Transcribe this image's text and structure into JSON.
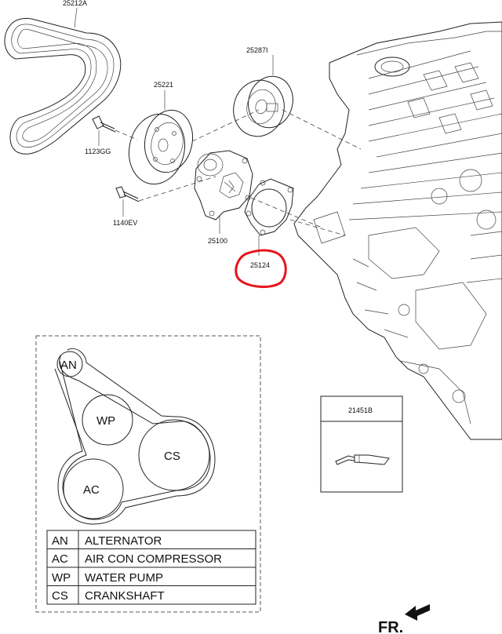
{
  "parts": {
    "belt": "25212A",
    "idler": "25287I",
    "pulley": "25221",
    "bolt_a": "1123GG",
    "bolt_b": "1140EV",
    "pump": "25100",
    "gasket": "25124",
    "sealant": "21451B"
  },
  "belt_layout": {
    "pulleys": [
      {
        "code": "AN"
      },
      {
        "code": "WP"
      },
      {
        "code": "CS"
      },
      {
        "code": "AC"
      }
    ],
    "legend": [
      {
        "code": "AN",
        "name": "ALTERNATOR"
      },
      {
        "code": "AC",
        "name": "AIR CON COMPRESSOR"
      },
      {
        "code": "WP",
        "name": "WATER PUMP"
      },
      {
        "code": "CS",
        "name": "CRANKSHAFT"
      }
    ]
  },
  "direction": {
    "label": "FR."
  },
  "highlight_color": "#e8141c"
}
